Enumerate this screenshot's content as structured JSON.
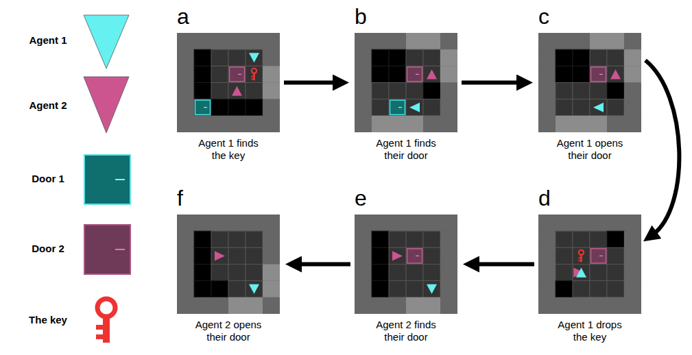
{
  "diagram": {
    "nodes": [
      {
        "text": [
          "a",
          "Agent 1 finds the key"
        ]
      },
      {
        "text": [
          "b",
          "Agent 1 finds their door"
        ]
      },
      {
        "text": [
          "c",
          "Agent 1 opens their door"
        ]
      },
      {
        "text": [
          "d",
          "Agent 1 drops the key"
        ]
      },
      {
        "text": [
          "e",
          "Agent 2 finds their door"
        ]
      },
      {
        "text": [
          "f",
          "Agent 2 opens their door"
        ]
      }
    ],
    "edges": [
      {
        "from": 0,
        "to": 1,
        "arrow": "to"
      },
      {
        "from": 1,
        "to": 2,
        "arrow": "to"
      },
      {
        "from": 2,
        "to": 3,
        "arrow": "to"
      },
      {
        "from": 3,
        "to": 4,
        "arrow": "to"
      },
      {
        "from": 4,
        "to": 5,
        "arrow": "to"
      }
    ],
    "legend": [
      {
        "text": "Agent 1"
      },
      {
        "text": "Agent 2"
      },
      {
        "text": "Door 1"
      },
      {
        "text": "Door 2"
      },
      {
        "text": "The key"
      }
    ]
  }
}
